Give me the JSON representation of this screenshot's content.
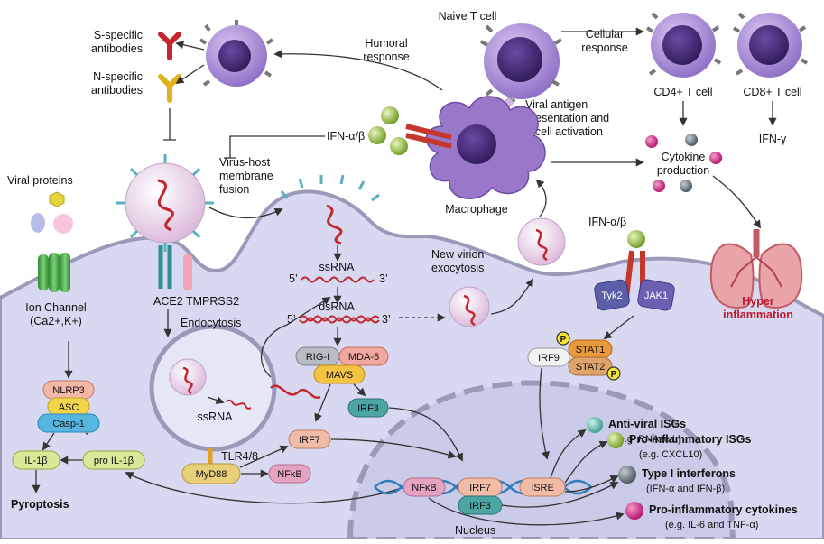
{
  "colors": {
    "cell": "#d8d9f0",
    "cell_edge": "#9a9ab8",
    "nucleus": "#c9cbe8",
    "tcell": "#8c6bc4",
    "macrophage": "#9a78c9",
    "hyper": "#c0142a",
    "lung": "#e8a4a8"
  },
  "labels": {
    "s_antibodies": "S-specific\nantibodies",
    "n_antibodies": "N-specific\nantibodies",
    "humoral": "Humoral\nresponse",
    "naive_tcell": "Naive T cell",
    "cellular": "Cellular\nresponse",
    "cd4": "CD4+ T cell",
    "cd8": "CD8+ T cell",
    "ifn_gamma": "IFN-γ",
    "viral_antigen": "Viral antigen\npresentation and\nT cell activation",
    "ifn_ab_top": "IFN-α/β",
    "cytokine_production": "Cytokine\nproduction",
    "macrophage": "Macrophage",
    "virus_host_fusion": "Virus-host\nmembrane\nfusion",
    "viral_proteins": "Viral proteins",
    "ifn_ab_right": "IFN-α/β",
    "hyper_inflammation": "Hyper\ninflammation",
    "ion_channel": "Ion Channel\n(Ca2+,K+)",
    "ace2": "ACE2",
    "tmprss2": "TMPRSS2",
    "endocytosis": "Endocytosis",
    "ssrna": "ssRNA",
    "dsrna": "dsRNA",
    "five_prime": "5’",
    "three_prime": "3’",
    "new_virion": "New virion\nexocytosis",
    "ssrna_endosome": "ssRNA",
    "tlr": "TLR4/8",
    "pyroptosis": "Pyroptosis",
    "nucleus": "Nucleus",
    "antiviral_isgs": "Anti-viral ISGs",
    "antiviral_isgs_eg": "(e.g. RNAse L)",
    "proinflam_isgs": "Pro-inflammatory ISGs",
    "proinflam_isgs_eg": "(e.g. CXCL10)",
    "type1_ifn": "Type I interferons",
    "type1_ifn_eg": "(IFN-α and IFN-β)",
    "proinflam_cytokines": "Pro-inflammatory cytokines",
    "proinflam_cytokines_eg": "(e.g. IL-6 and TNF-α)"
  },
  "pills": {
    "nlrp3": "NLRP3",
    "asc": "ASC",
    "casp1": "Casp-1",
    "il1b": "IL-1β",
    "pro_il1b": "pro IL-1β",
    "myd88": "MyD88",
    "nfkb_cyto": "NFκB",
    "rigi": "RIG-I",
    "mda5": "MDA-5",
    "mavs": "MAVS",
    "irf3": "IRF3",
    "irf7": "IRF7",
    "tyk2": "Tyk2",
    "jak1": "JAK1",
    "irf9": "IRF9",
    "stat1": "STAT1",
    "stat2": "STAT2",
    "p1": "P",
    "p2": "P",
    "nfkb_nuc": "NFκB",
    "irf7_nuc": "IRF7",
    "irf3_nuc": "IRF3",
    "isre": "ISRE"
  }
}
